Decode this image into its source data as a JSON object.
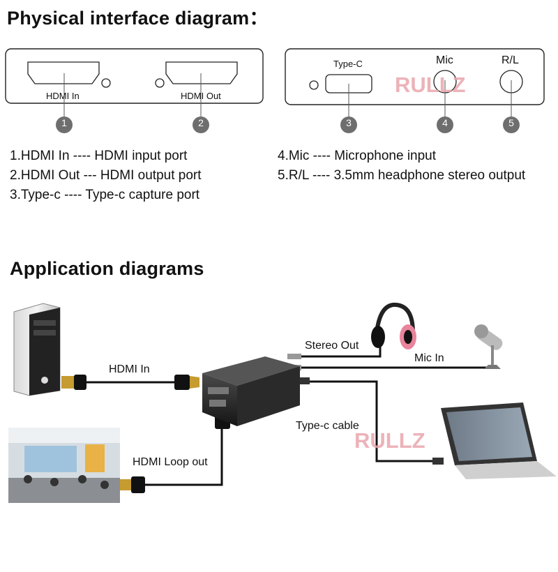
{
  "titles": {
    "physical": "Physical interface diagram：",
    "application": "Application diagrams"
  },
  "panel_left": {
    "port1_label": "HDMI In",
    "port2_label": "HDMI Out",
    "callouts": [
      "1",
      "2"
    ]
  },
  "panel_right": {
    "typec_label": "Type-C",
    "mic_label": "Mic",
    "rl_label": "R/L",
    "callouts": [
      "3",
      "4",
      "5"
    ],
    "watermark": "RULLZ"
  },
  "legend_left": [
    "1.HDMI In ---- HDMI input port",
    "2.HDMI Out --- HDMI output port",
    "3.Type-c ---- Type-c capture port"
  ],
  "legend_right": [
    "4.Mic ---- Microphone input",
    "5.R/L ---- 3.5mm headphone stereo output"
  ],
  "application": {
    "hdmi_in": "HDMI In",
    "stereo_out": "Stereo Out",
    "mic_in": "Mic In",
    "typec_cable": "Type-c cable",
    "hdmi_loop_out": "HDMI Loop out",
    "watermark": "RULLZ"
  },
  "colors": {
    "callout_fill": "#6e6e6e",
    "watermark": "#e9a6ad",
    "cable": "#111111",
    "headphone_pink": "#e8849b"
  }
}
